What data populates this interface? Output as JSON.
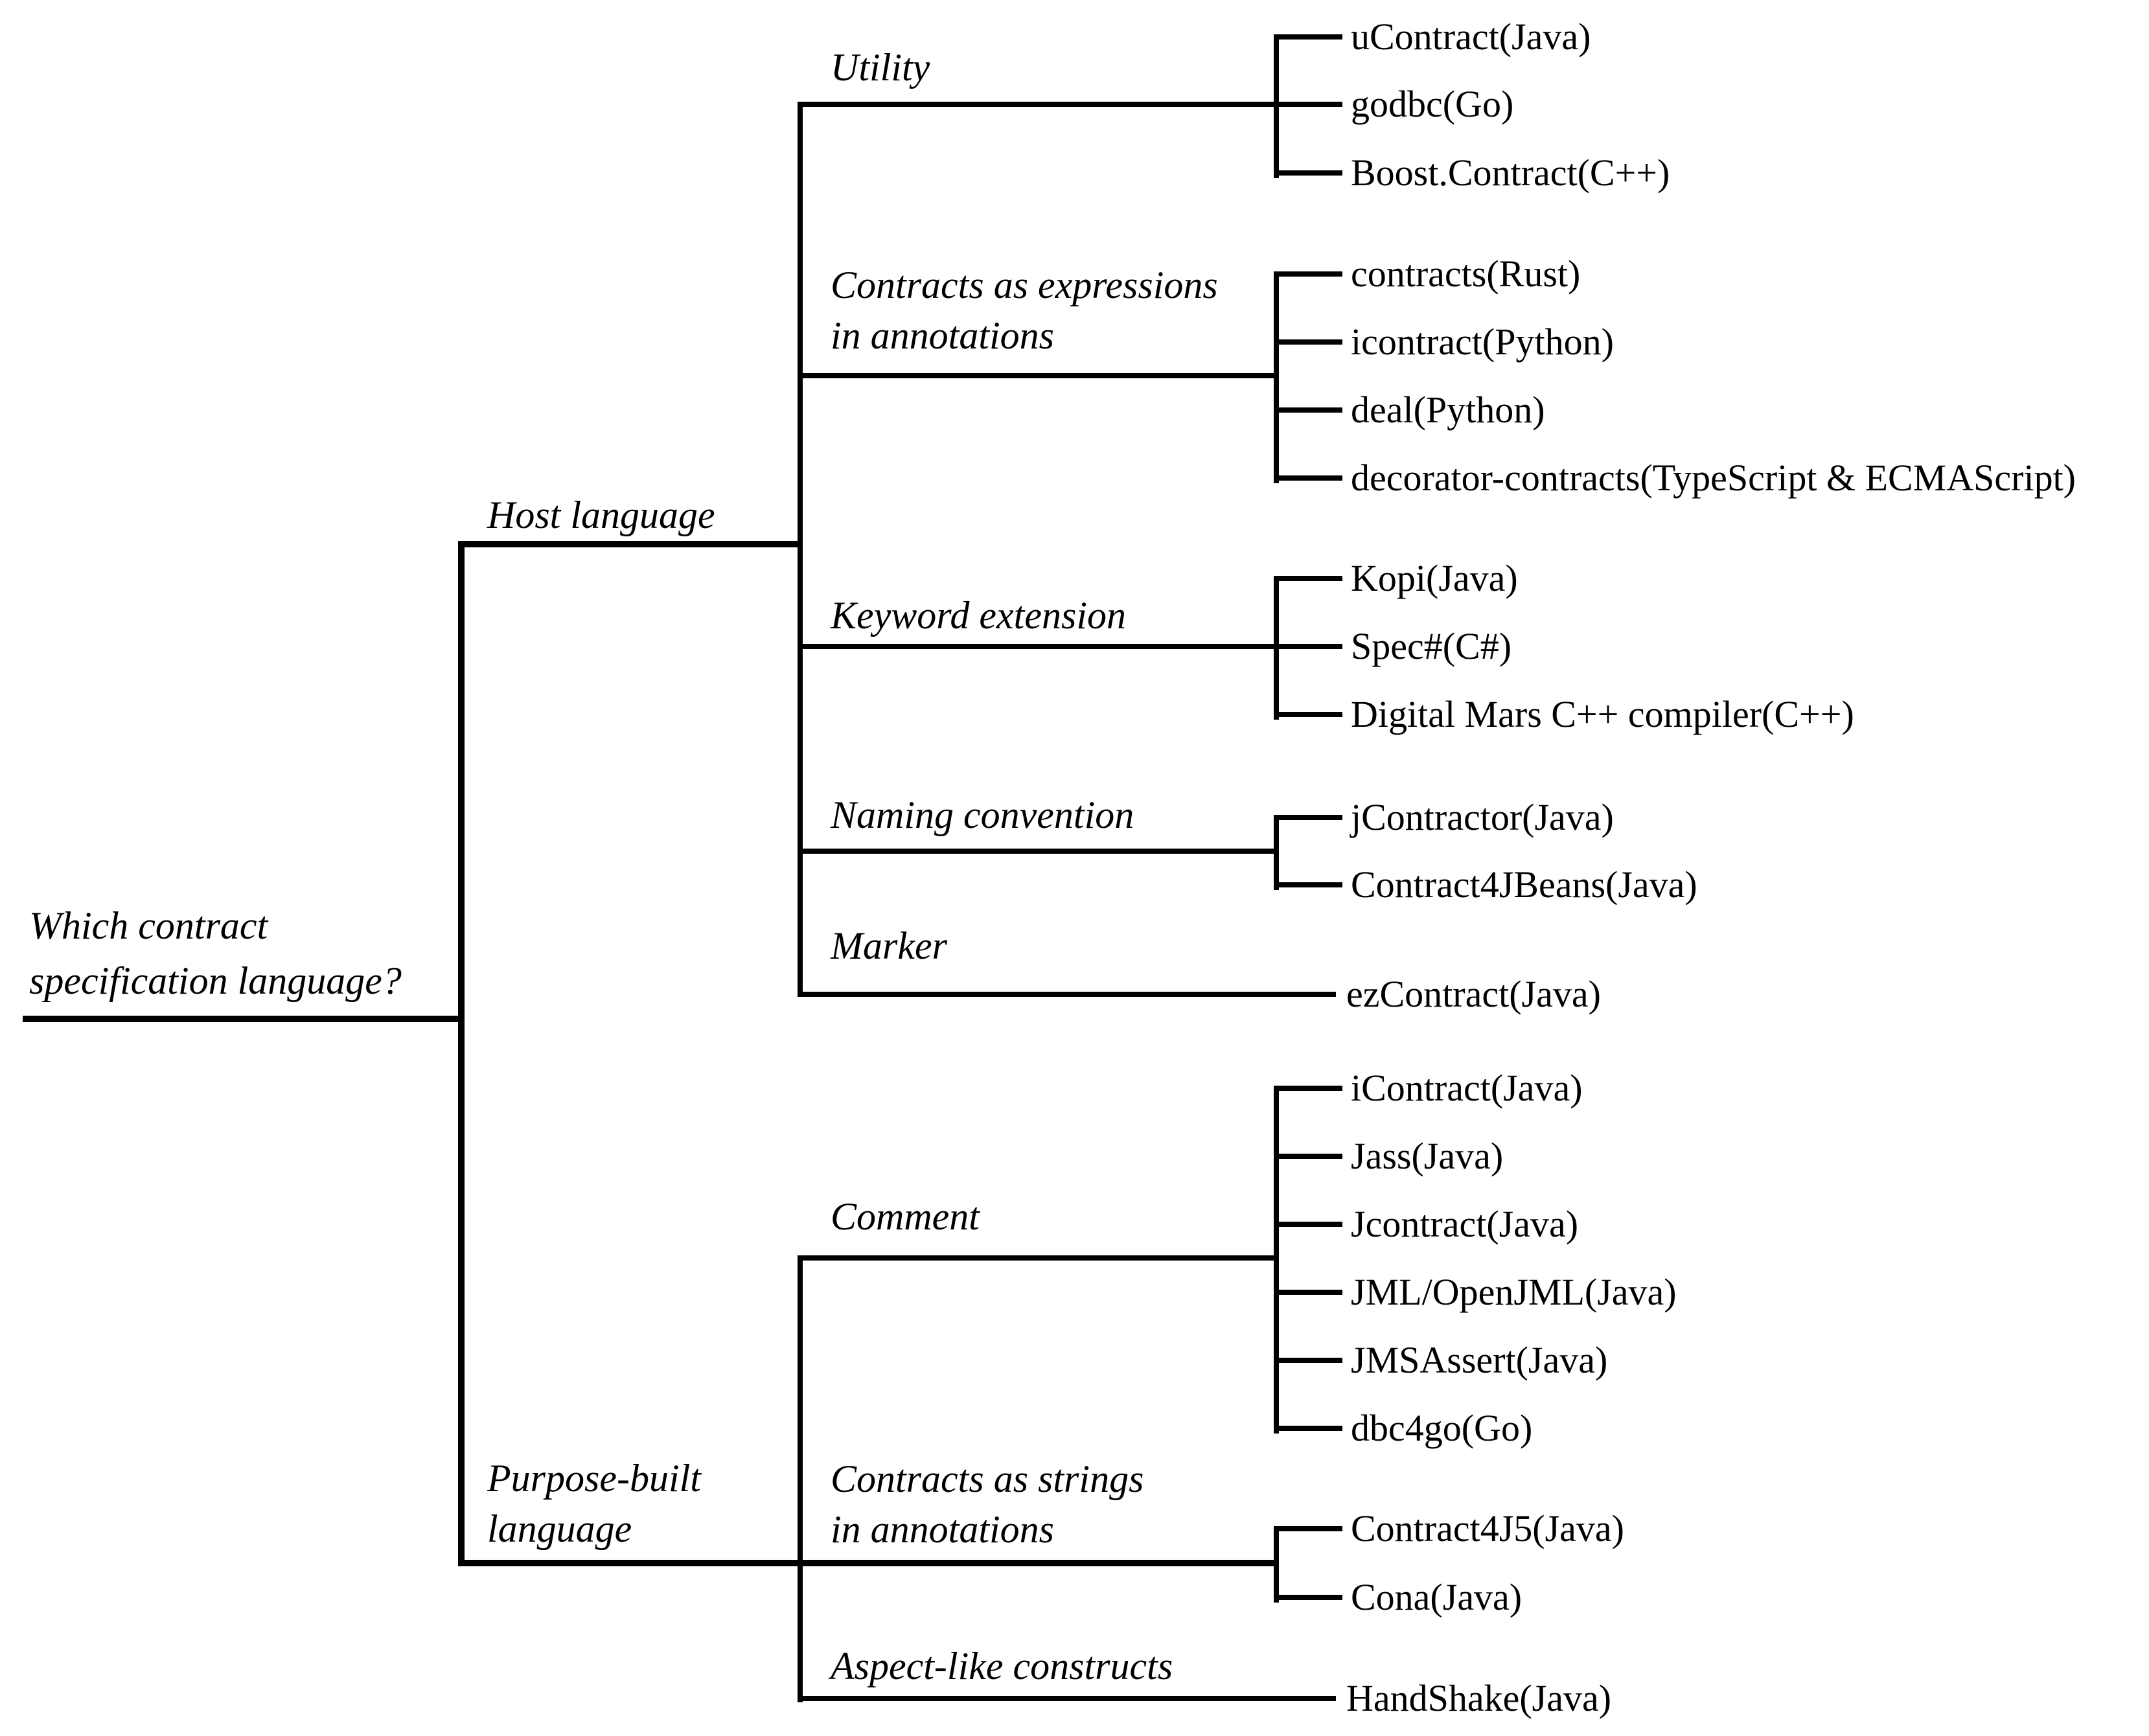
{
  "figure": {
    "type": "decision-tree-diagram",
    "colors": {
      "background": "#ffffff",
      "line": "#000000",
      "text": "#000000"
    },
    "root_question": {
      "line1": "Which contract",
      "line2": "specification language?"
    },
    "host": {
      "label": "Host language",
      "categories": [
        {
          "label": "Utility",
          "leaves": [
            "uContract(Java)",
            "godbc(Go)",
            "Boost.Contract(C++)"
          ]
        },
        {
          "label_line1": "Contracts as expressions",
          "label_line2": "in annotations",
          "leaves": [
            "contracts(Rust)",
            "icontract(Python)",
            "deal(Python)",
            "decorator-contracts(TypeScript & ECMAScript)"
          ]
        },
        {
          "label": "Keyword extension",
          "leaves": [
            "Kopi(Java)",
            "Spec#(C#)",
            "Digital Mars C++ compiler(C++)"
          ]
        },
        {
          "label": "Naming convention",
          "leaves": [
            "jContractor(Java)",
            "Contract4JBeans(Java)"
          ]
        },
        {
          "label": "Marker",
          "leaves": [
            "ezContract(Java)"
          ]
        }
      ]
    },
    "purpose": {
      "label_line1": "Purpose-built",
      "label_line2": "language",
      "categories": [
        {
          "label": "Comment",
          "leaves": [
            "iContract(Java)",
            "Jass(Java)",
            "Jcontract(Java)",
            "JML/OpenJML(Java)",
            "JMSAssert(Java)",
            "dbc4go(Go)"
          ]
        },
        {
          "label_line1": "Contracts as strings",
          "label_line2": "in annotations",
          "leaves": [
            "Contract4J5(Java)",
            "Cona(Java)"
          ]
        },
        {
          "label": "Aspect-like constructs",
          "leaves": [
            "HandShake(Java)"
          ]
        }
      ]
    }
  }
}
